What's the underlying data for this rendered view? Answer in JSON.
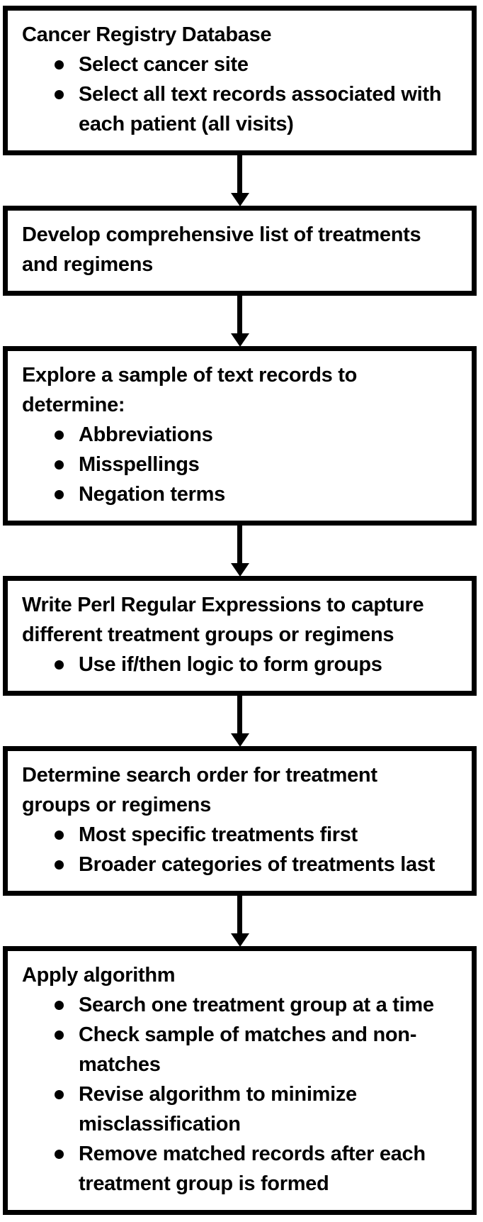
{
  "diagram": {
    "type": "flowchart",
    "direction": "top-down",
    "colors": {
      "box_border": "#000000",
      "box_background": "#ffffff",
      "text": "#000000",
      "arrow": "#000000",
      "page_background": "#ffffff"
    },
    "boxes": [
      {
        "title": "Cancer Registry Database",
        "bullets": [
          "Select cancer site",
          "Select all text records associated with each patient (all visits)"
        ]
      },
      {
        "title": "Develop comprehensive list of treatments and regimens",
        "bullets": []
      },
      {
        "title": "Explore a sample of text records to determine:",
        "bullets": [
          "Abbreviations",
          "Misspellings",
          "Negation terms"
        ]
      },
      {
        "title": "Write Perl Regular Expressions to capture different treatment groups or regimens",
        "bullets": [
          "Use if/then logic to form groups"
        ]
      },
      {
        "title": "Determine search order for treatment groups or regimens",
        "bullets": [
          "Most specific treatments first",
          "Broader categories of treatments last"
        ]
      },
      {
        "title": "Apply algorithm",
        "bullets": [
          "Search one treatment group at a time",
          "Check sample of matches and non-matches",
          "Revise algorithm to minimize misclassification",
          "Remove matched records after each treatment group is formed"
        ]
      }
    ],
    "connectors": [
      {
        "from": 0,
        "to": 1
      },
      {
        "from": 1,
        "to": 2
      },
      {
        "from": 2,
        "to": 3
      },
      {
        "from": 3,
        "to": 4
      },
      {
        "from": 4,
        "to": 5
      }
    ]
  }
}
